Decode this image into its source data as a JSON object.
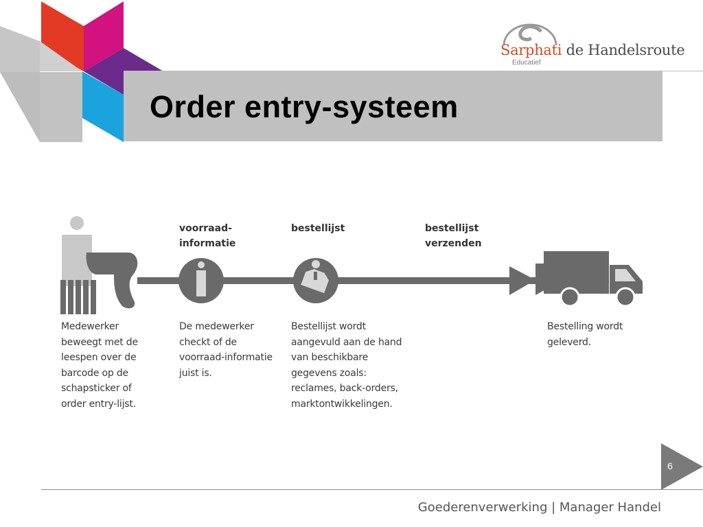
{
  "logo": {
    "brand": "Sarphati",
    "name": " de Handelsroute",
    "sub": "Educatief"
  },
  "slide": {
    "title": "Order entry-systeem",
    "page_number": "6",
    "footer": "Goederenverwerking | Manager Handel"
  },
  "diagram": {
    "step_labels": {
      "voorraad": "voorraad-\ninformatie",
      "bestellijst": "bestellijst",
      "verzenden": "bestellijst\nverzenden"
    },
    "descriptions": {
      "medewerker": "Medewerker\nbeweegt met de\nleespen over de\nbarcode op de\nschapsticker of\norder entry-lijst.",
      "voorraad": "De medewerker\ncheckt of de\nvoorraad-informatie\njuist is.",
      "bestellijst": "Bestellijst wordt\naangevuld aan de hand\nvan beschikbare\ngegevens zoals:\nreclames, back-orders,\nmarktontwikkelingen.",
      "levering": "Bestelling wordt\ngeleverd."
    }
  },
  "colors": {
    "red": "#e23a25",
    "magenta": "#d1127f",
    "purple": "#6b2a8c",
    "blue": "#1aa3dc",
    "gray_deco": "#c4c4c4",
    "title_bar": "#c0c0c0",
    "diagram_gray": "#6a6a6a",
    "diagram_light": "#c8c8c8",
    "logo_orange": "#d64b1f"
  }
}
